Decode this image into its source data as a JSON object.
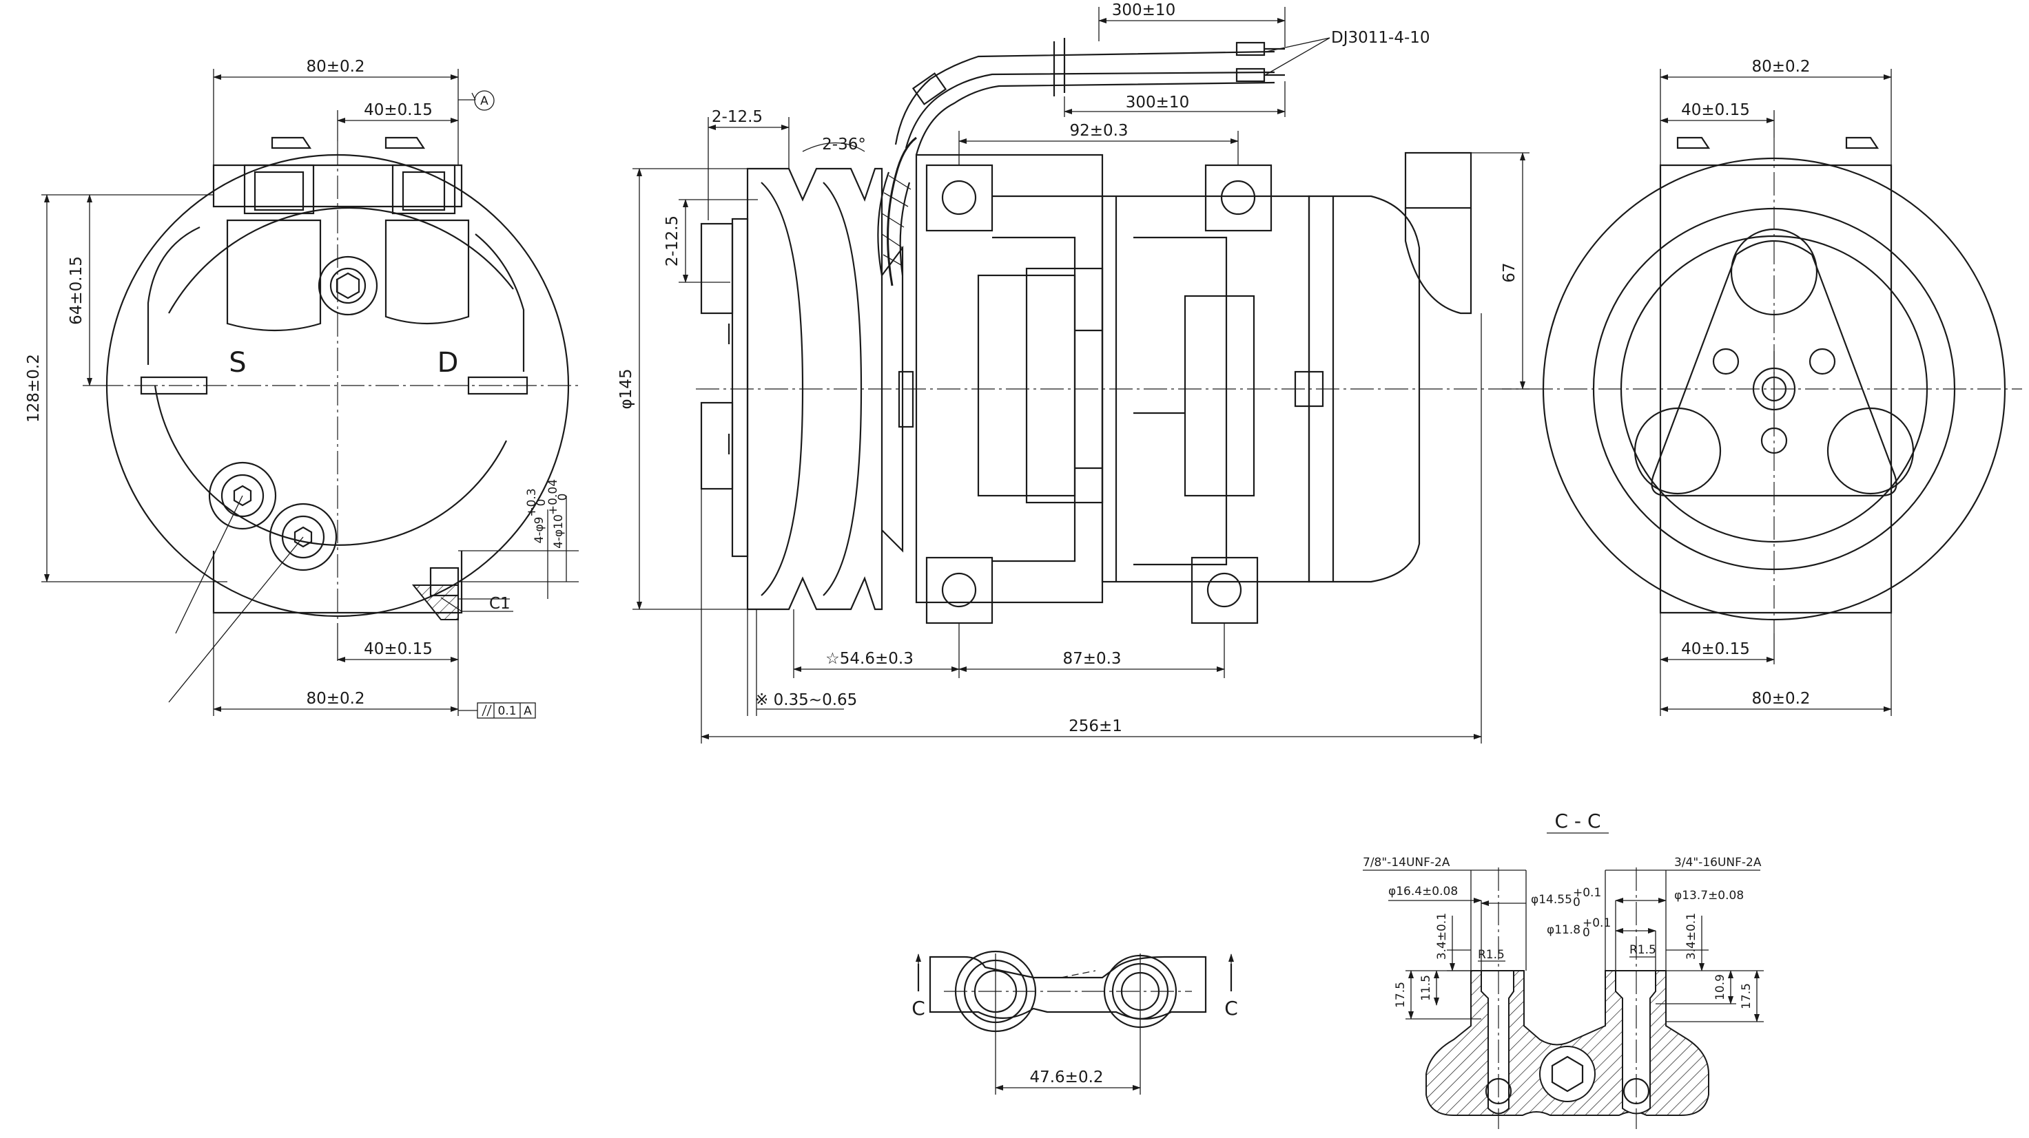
{
  "left_view": {
    "width_top": "80±0.2",
    "half_top": "40±0.15",
    "datum": "A",
    "height_total": "128±0.2",
    "height_upper": "64±0.15",
    "port_suction": "S",
    "port_discharge": "D",
    "hole_small": "4-φ9",
    "hole_small_tol_upper": "+0.3",
    "hole_small_tol_lower": "0",
    "hole_large": "4-φ10",
    "hole_large_tol_upper": "+0.04",
    "hole_large_tol_lower": "0",
    "chamfer": "C1",
    "half_bottom": "40±0.15",
    "width_bottom": "80±0.2",
    "parallel_tol": "0.1",
    "parallel_ref": "A"
  },
  "side_view": {
    "wire_len_top": "300±10",
    "wire_len_bottom": "300±10",
    "connector": "DJ3011-4-10",
    "groove_width": "2-12.5",
    "groove_angle": "2-36°",
    "mount_spacing_top": "92±0.3",
    "groove_height": "2-12.5",
    "pulley_dia": "φ145",
    "height_right": "67",
    "pulley_offset": "☆54.6±0.3",
    "mount_spacing_bottom": "87±0.3",
    "air_gap": "※ 0.35~0.65",
    "overall_length": "256±1"
  },
  "right_view": {
    "width_top": "80±0.2",
    "half_top": "40±0.15",
    "half_bottom": "40±0.15",
    "width_bottom": "80±0.2"
  },
  "port_detail": {
    "center_distance": "47.6±0.2",
    "section_mark_left": "C",
    "section_mark_right": "C"
  },
  "section_cc": {
    "title": "C - C",
    "thread_left": "7/8\"-14UNF-2A",
    "thread_right": "3/4\"-16UNF-2A",
    "dia_left_outer": "φ16.4±0.08",
    "dia_left_inner": "φ14.55",
    "dia_left_inner_tol_upper": "+0.1",
    "dia_left_inner_tol_lower": "0",
    "dia_right_outer": "φ13.7±0.08",
    "dia_right_inner": "φ11.8",
    "dia_right_inner_tol_upper": "+0.1",
    "dia_right_inner_tol_lower": "0",
    "depth_left": "3.4±0.1",
    "depth_right": "3.4±0.1",
    "radius_left": "R1.5",
    "radius_right": "R1.5",
    "height_left_outer": "17.5",
    "height_left_inner": "11.5",
    "height_right_inner": "10.9",
    "height_right_outer": "17.5"
  }
}
